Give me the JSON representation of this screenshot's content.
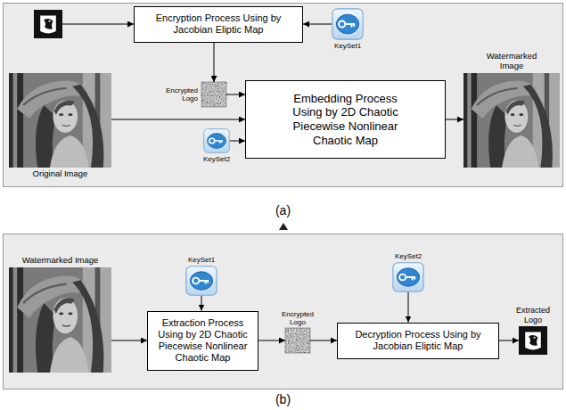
{
  "diagram": {
    "nodes": [
      {
        "text": [
          "(a)"
        ]
      },
      {
        "text": [
          "Encryption Process Using by Jacobian Eliptic Map"
        ],
        "in": 0
      },
      {
        "text": [
          "KeySet1"
        ],
        "in": 0
      },
      {
        "text": [
          "Encrypted Logo"
        ],
        "in": 0
      },
      {
        "text": [
          "Original Image"
        ],
        "in": 0
      },
      {
        "text": [
          "Embedding Process Using by 2D Chaotic Piecewise Nonlinear Chaotic Map"
        ],
        "in": 0
      },
      {
        "text": [
          "KeySet2"
        ],
        "in": 0
      },
      {
        "text": [
          "Watermarked Image"
        ],
        "in": 0
      },
      {
        "text": [
          "(b)"
        ]
      },
      {
        "text": [
          "Watermarked Image"
        ],
        "in": 8
      },
      {
        "text": [
          "KeySet1"
        ],
        "in": 8
      },
      {
        "text": [
          "Extraction Process Using by 2D Chaotic Piecewise Nonlinear Chaotic Map"
        ],
        "in": 8
      },
      {
        "text": [
          "Encrypted Logo"
        ],
        "in": 8
      },
      {
        "text": [
          "KeySet2"
        ],
        "in": 8
      },
      {
        "text": [
          "Decryption Process Using by Jacobian Eliptic Map"
        ],
        "in": 8
      },
      {
        "text": [
          "Extracted Logo"
        ],
        "in": 8
      }
    ],
    "edges": [
      {
        "from": 2,
        "to": 1,
        "arrow": "to"
      },
      {
        "from": 1,
        "to": 3,
        "arrow": "to"
      },
      {
        "from": 3,
        "to": 5,
        "arrow": "to"
      },
      {
        "from": 4,
        "to": 5,
        "arrow": "to"
      },
      {
        "from": 6,
        "to": 5,
        "arrow": "to"
      },
      {
        "from": 5,
        "to": 7,
        "arrow": "to"
      },
      {
        "from": 9,
        "to": 11,
        "arrow": "to"
      },
      {
        "from": 10,
        "to": 11,
        "arrow": "to"
      },
      {
        "from": 11,
        "to": 12,
        "arrow": "to"
      },
      {
        "from": 12,
        "to": 14,
        "arrow": "to"
      },
      {
        "from": 13,
        "to": 14,
        "arrow": "to"
      },
      {
        "from": 14,
        "to": 15,
        "arrow": "to"
      }
    ]
  }
}
